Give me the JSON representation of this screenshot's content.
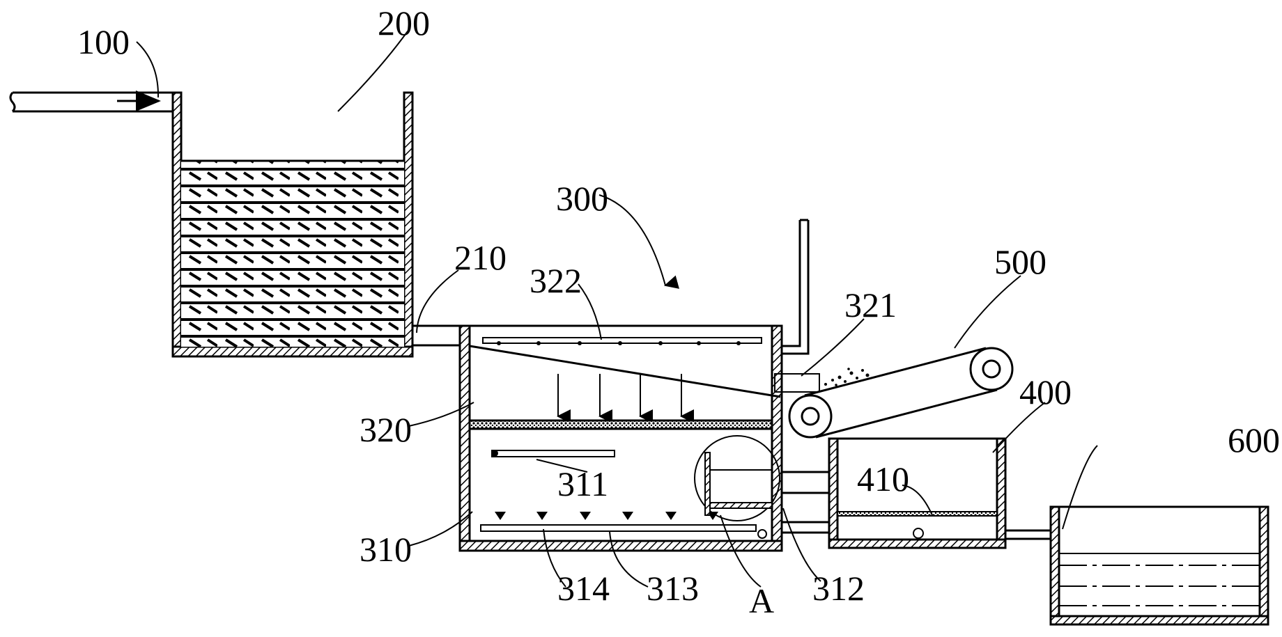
{
  "labels": {
    "l100": "100",
    "l200": "200",
    "l210": "210",
    "l300": "300",
    "l310": "310",
    "l311": "311",
    "l312": "312",
    "l313": "313",
    "l314": "314",
    "l320": "320",
    "l321": "321",
    "l322": "322",
    "l400": "400",
    "l410": "410",
    "l500": "500",
    "l600": "600",
    "lA": "A"
  }
}
